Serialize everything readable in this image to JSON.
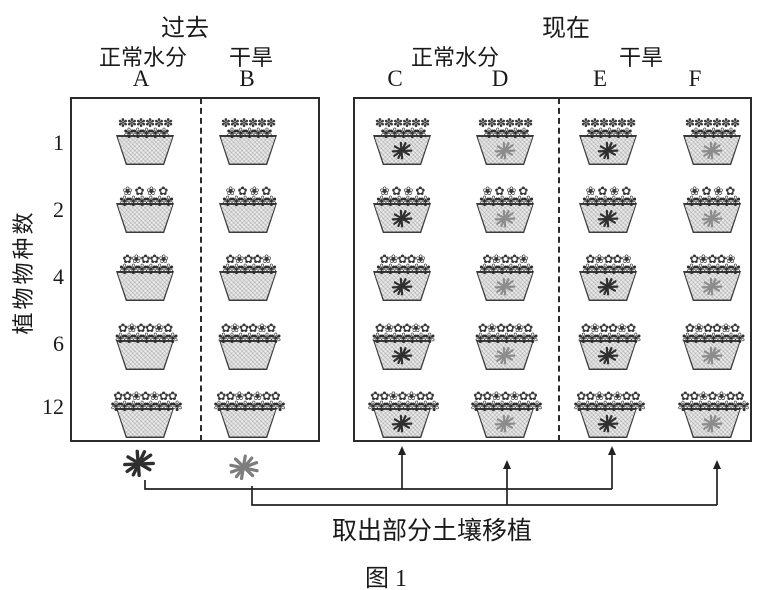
{
  "figure": {
    "caption": "图 1"
  },
  "header": {
    "past_title": "过去",
    "present_title": "现在",
    "past_normal": "正常水分",
    "past_drought": "干旱",
    "present_normal": "正常水分",
    "present_drought": "干旱",
    "columns": [
      "A",
      "B",
      "C",
      "D",
      "E",
      "F"
    ]
  },
  "y_axis": {
    "label": "植物物种数",
    "ticks": [
      "1",
      "2",
      "4",
      "6",
      "12"
    ]
  },
  "grid": {
    "rows": [
      {
        "tick": "1",
        "species": 1,
        "flower_lines": [
          "✽✽✽✽✽✽",
          "✾✾✾✾✾"
        ]
      },
      {
        "tick": "2",
        "species": 2,
        "flower_lines": [
          "❀ ✿ ❀ ✿",
          "✾✾✾✾✾✾"
        ]
      },
      {
        "tick": "4",
        "species": 4,
        "flower_lines": [
          "✿❀✿✿❀",
          "✾✾✾✾✾✾"
        ]
      },
      {
        "tick": "6",
        "species": 6,
        "flower_lines": [
          "✿❀✿✿❀✿",
          "✾✾✾✾✾✾✾"
        ]
      },
      {
        "tick": "12",
        "species": 12,
        "flower_lines": [
          "✿✿❀✿❀✿✿",
          "✾✾✾✾✾✾✾✾"
        ]
      }
    ],
    "left_columns": [
      {
        "id": "A",
        "soil_mark": null
      },
      {
        "id": "B",
        "soil_mark": null
      }
    ],
    "right_columns": [
      {
        "id": "C",
        "soil_mark": "dark"
      },
      {
        "id": "D",
        "soil_mark": "light"
      },
      {
        "id": "E",
        "soil_mark": "dark"
      },
      {
        "id": "F",
        "soil_mark": "light"
      }
    ]
  },
  "bottom": {
    "transplant_label": "取出部分土壤移植"
  },
  "colors": {
    "ink": "#222222",
    "mark_dark": "#2f2f2f",
    "mark_light": "#8c8c8c",
    "pot_fill": "#e9e9e9",
    "flower": "#3a3a3a"
  }
}
